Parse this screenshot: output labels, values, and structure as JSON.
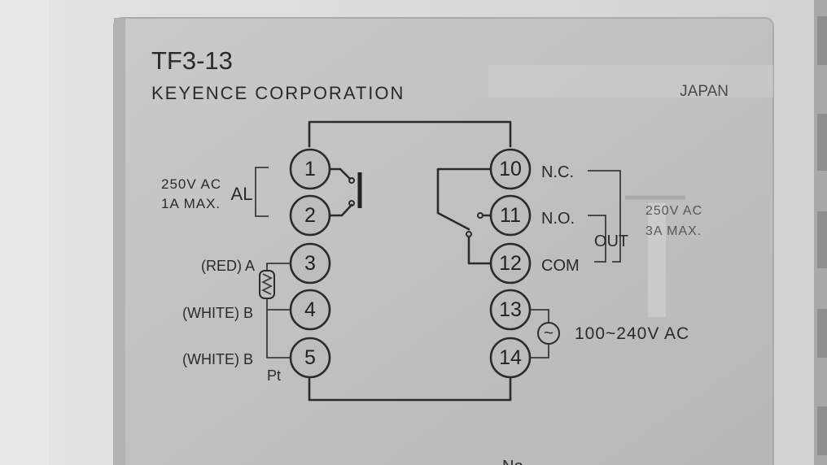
{
  "label": {
    "model": "TF3-13",
    "maker": "KEYENCE CORPORATION",
    "country": "JAPAN",
    "terminals": [
      "1",
      "2",
      "3",
      "4",
      "5",
      "10",
      "11",
      "12",
      "13",
      "14"
    ],
    "alarm": {
      "rating_line1": "250V AC",
      "rating_line2": "1A MAX.",
      "tag": "AL"
    },
    "sensor": {
      "red_a": "(RED) A",
      "white_b1": "(WHITE) B",
      "white_b2": "(WHITE) B",
      "pt": "Pt"
    },
    "output": {
      "nc": "N.C.",
      "no": "N.O.",
      "com": "COM",
      "tag": "OUT",
      "rating_line1": "250V AC",
      "rating_line2": "3A MAX."
    },
    "power": {
      "symbol": "~",
      "rating": "100~240V AC"
    },
    "partial_text": "No"
  }
}
